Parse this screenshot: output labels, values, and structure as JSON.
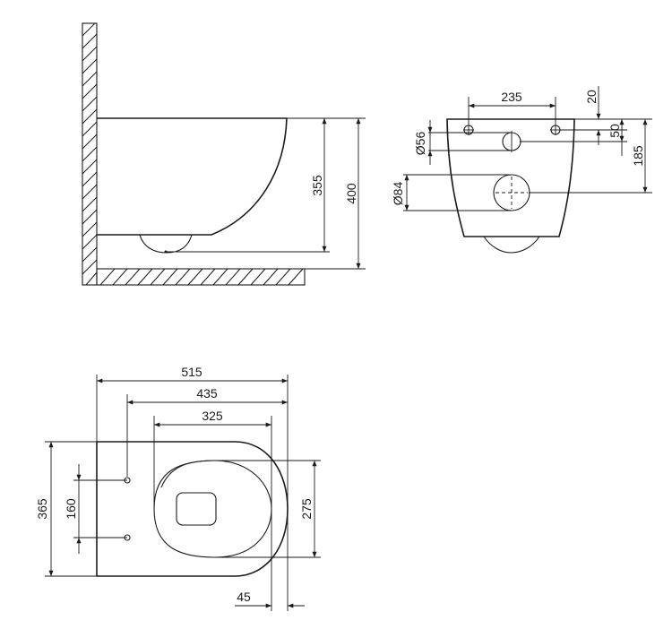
{
  "drawing": {
    "side_view": {
      "dim_height_bowl": "355",
      "dim_height_top": "400"
    },
    "rear_view": {
      "dim_hole_spacing": "235",
      "dim_hole_top": "20",
      "dim_outlet_small": "50",
      "dim_outlet_big_height": "185",
      "dim_diam_small": "Ø56",
      "dim_diam_big": "Ø84"
    },
    "top_view": {
      "dim_total_length": "515",
      "dim_length_2": "435",
      "dim_seat_length": "325",
      "dim_width": "365",
      "dim_bolt_spacing": "160",
      "dim_seat_width": "275",
      "dim_offset": "45"
    }
  }
}
